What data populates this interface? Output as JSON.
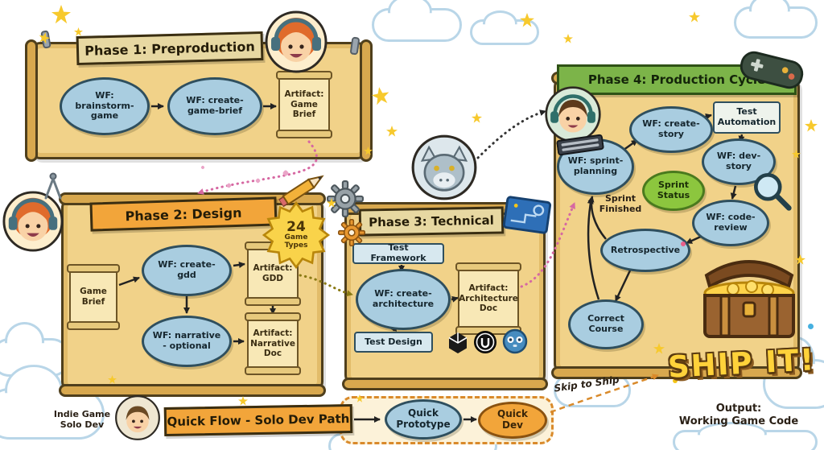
{
  "phase1": {
    "title": "Phase 1: Preproduction",
    "nodes": {
      "brainstorm": "WF: brainstorm-game",
      "create_game_brief": "WF: create-game-brief",
      "artifact_game_brief": "Artifact: Game Brief"
    }
  },
  "phase2": {
    "title": "Phase 2: Design",
    "badge_count": "24",
    "badge_label": "Game Types",
    "nodes": {
      "game_brief": "Game Brief",
      "create_gdd": "WF: create-gdd",
      "artifact_gdd": "Artifact: GDD",
      "narrative": "WF: narrative - optional",
      "artifact_narrative": "Artifact: Narrative Doc"
    }
  },
  "phase3": {
    "title": "Phase 3: Technical",
    "nodes": {
      "test_framework": "Test Framework",
      "create_architecture": "WF: create-architecture",
      "artifact_architecture": "Artifact: Architecture Doc",
      "test_design": "Test Design"
    }
  },
  "phase4": {
    "title": "Phase 4: Production Cycle",
    "nodes": {
      "sprint_planning": "WF: sprint-planning",
      "create_story": "WF: create-story",
      "test_automation": "Test Automation",
      "dev_story": "WF: dev-story",
      "sprint_status": "Sprint Status",
      "code_review": "WF: code-review",
      "retrospective": "Retrospective",
      "correct_course": "Correct Course"
    },
    "sprint_finished_label": "Sprint Finished"
  },
  "quick_flow": {
    "solo_dev_label": "Indie Game Solo Dev",
    "banner": "Quick Flow - Solo Dev Path",
    "quick_prototype": "Quick Prototype",
    "quick_dev": "Quick Dev",
    "skip_label": "Skip to Ship"
  },
  "output": {
    "ship_it": "SHIP IT!",
    "caption_line1": "Output:",
    "caption_line2": "Working Game Code"
  },
  "icons": {
    "phase1_avatar": "woman-developer-headphones",
    "phase2_avatar": "woman-designer-headphones",
    "phase2_pencil": "pencil",
    "phase2_compass": "drafting-compass",
    "phase3_avatar": "dragon",
    "phase3_gear_large": "gear",
    "phase3_gear_small": "gear-orange",
    "phase3_blueprint": "blueprint",
    "engine_icons": [
      "unity",
      "unreal",
      "godot"
    ],
    "phase4_avatar": "man-developer-headphones",
    "phase4_keyboard": "keyboard",
    "phase4_controller": "game-controller",
    "phase4_magnifier": "magnifying-glass",
    "treasure_chest": "treasure-chest",
    "solo_dev_avatar": "solo-developer"
  },
  "colors": {
    "parchment": "#f1d289",
    "parchment_border": "#4f3f1c",
    "banner_tan": "#e7d8a2",
    "banner_orange": "#f2a53a",
    "banner_green": "#7cb449",
    "node_blue": "#a9cde0",
    "node_border": "#2f4f5e",
    "status_green": "#8cc63e",
    "artifact_cream": "#f8e8b6",
    "gold": "#ffd23a",
    "arrow_pink": "#d668a2",
    "arrow_olive": "#8a7a14",
    "arrow_orange": "#d98a2b"
  }
}
